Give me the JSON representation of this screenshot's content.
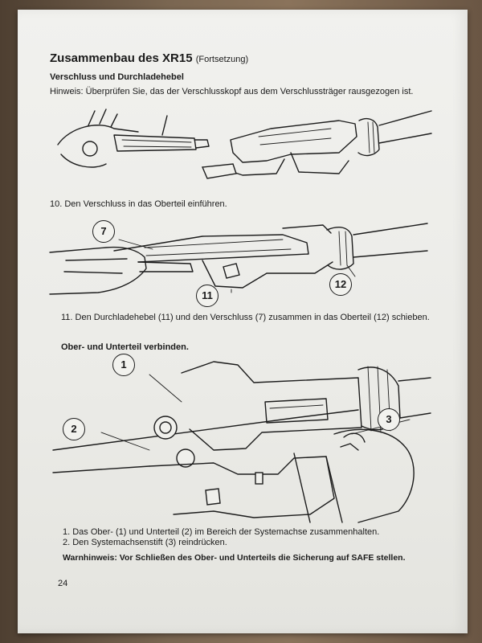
{
  "document": {
    "title": "Zusammenbau des XR15",
    "title_suffix": "(Fortsetzung)",
    "section1_heading": "Verschluss und Durchladehebel",
    "note": "Hinweis: Überprüfen Sie, das der Verschlusskopf aus dem Verschlussträger rausgezogen ist.",
    "step10": "10. Den Verschluss in das Oberteil einführen.",
    "step11": "11. Den Durchladehebel (11) und den Verschluss (7) zusammen in das Oberteil (12) schieben.",
    "section2_heading": "Ober- und Unterteil verbinden.",
    "step_1": "1. Das Ober- (1) und Unterteil (2) im Bereich der Systemachse zusammenhalten.",
    "step_2": "2. Den Systemachsenstift (3) reindrücken.",
    "warning": "Warnhinweis: Vor Schließen des Ober- und Unterteils die Sicherung auf SAFE stellen.",
    "page_number": "24"
  },
  "figures": {
    "fig1": {
      "icon": "bolt-carrier-removal-illustration"
    },
    "fig2": {
      "icon": "bolt-insertion-illustration",
      "callouts": [
        "7",
        "11",
        "12"
      ]
    },
    "fig3": {
      "icon": "upper-lower-receiver-assembly-illustration",
      "callouts": [
        "1",
        "2",
        "3"
      ]
    }
  }
}
